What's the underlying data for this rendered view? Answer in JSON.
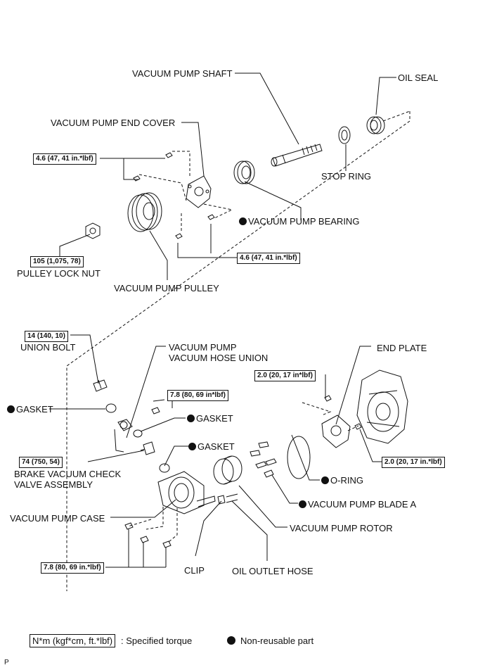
{
  "parts": {
    "vacuum_pump_shaft": "VACUUM PUMP SHAFT",
    "oil_seal": "OIL SEAL",
    "vacuum_pump_end_cover": "VACUUM PUMP END COVER",
    "stop_ring": "STOP RING",
    "vacuum_pump_bearing": "VACUUM PUMP BEARING",
    "pulley_lock_nut": "PULLEY LOCK NUT",
    "vacuum_pump_pulley": "VACUUM PUMP PULLEY",
    "union_bolt": "UNION BOLT",
    "vacuum_hose_union": "VACUUM PUMP\nVACUUM HOSE UNION",
    "end_plate": "END PLATE",
    "gasket_left": "GASKET",
    "gasket_mid": "GASKET",
    "gasket_low": "GASKET",
    "brake_valve": "BRAKE VACUUM CHECK\nVALVE ASSEMBLY",
    "o_ring": "O-RING",
    "vacuum_pump_blade_a": "VACUUM PUMP BLADE A",
    "vacuum_pump_case": "VACUUM PUMP CASE",
    "vacuum_pump_rotor": "VACUUM PUMP ROTOR",
    "clip": "CLIP",
    "oil_outlet_hose": "OIL OUTLET HOSE"
  },
  "torques": {
    "cover_top": "4.6 (47, 41 in.*lbf)",
    "cover_bottom": "4.6 (47, 41 in.*lbf)",
    "pulley_nut": "105 (1,075, 78)",
    "union_bolt": "14 (140, 10)",
    "hose_union_bolt": "7.8 (80, 69 in*lbf)",
    "end_plate_top": "2.0 (20, 17 in*lbf)",
    "end_plate_right": "2.0 (20, 17 in.*lbf)",
    "check_valve": "74 (750, 54)",
    "case_bolts": "7.8 (80, 69 in.*lbf)"
  },
  "legend": {
    "torque_unit": "N*m (kgf*cm, ft.*lbf)",
    "torque_desc": ": Specified torque",
    "nonreusable": "Non-reusable part"
  },
  "corner_mark": "P"
}
